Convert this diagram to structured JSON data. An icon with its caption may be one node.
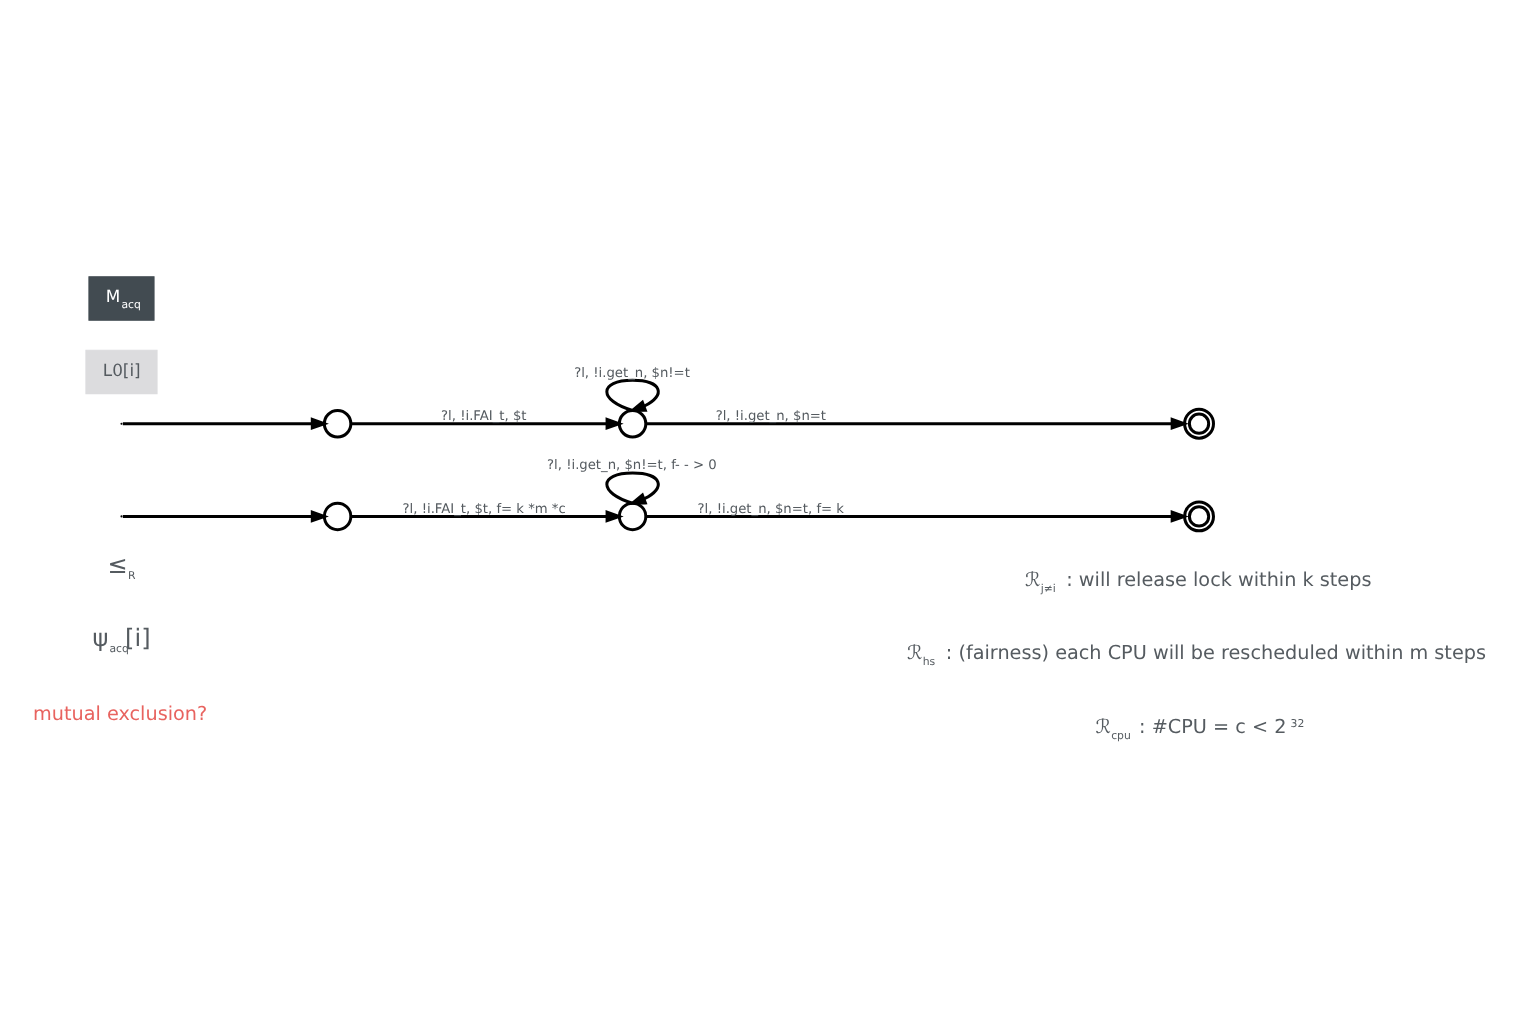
{
  "diagram": {
    "nodes": [
      {
        "text": [
          "M$_{acq}$"
        ]
      },
      {
        "text": [
          "L0[i]"
        ]
      },
      {
        "text": [],
        "shape": "circle"
      },
      {
        "text": [],
        "shape": "circle"
      },
      {
        "text": [],
        "shape": "doublecircle"
      },
      {
        "text": [],
        "shape": "circle"
      },
      {
        "text": [],
        "shape": "circle"
      },
      {
        "text": [],
        "shape": "doublecircle"
      }
    ],
    "edges": [
      {
        "from": null,
        "to": 2,
        "arrow": "to"
      },
      {
        "from": 2,
        "to": 3,
        "arrow": "to",
        "label": "?l, !i.FAI_t, $t"
      },
      {
        "from": 3,
        "to": 3,
        "arrow": "to",
        "label": "?l, !i.get_n, $n!=t"
      },
      {
        "from": 3,
        "to": 4,
        "arrow": "to",
        "label": "?l, !i.get_n, $n=t"
      },
      {
        "from": null,
        "to": 5,
        "arrow": "to"
      },
      {
        "from": 5,
        "to": 6,
        "arrow": "to",
        "label": "?l, !i.FAI_t, $t, f= k *m *c"
      },
      {
        "from": 6,
        "to": 6,
        "arrow": "to",
        "label": "?l, !i.get_n, $n!=t, f- - > 0"
      },
      {
        "from": 6,
        "to": 7,
        "arrow": "to",
        "label": "?l, !i.get_n, $n=t, f= k"
      }
    ],
    "labels": [
      "≤$_{R}$",
      "ψ$_{acq}$[i]",
      "ℛ$_{j≠i}$ : will release lock within k steps",
      "ℛ$_{hs}$ : (fairness) each CPU will be rescheduled within m steps",
      "ℛ$_{cpu}$ : #CPU = c < 2$^{32}$",
      "mutual exclusion?"
    ]
  }
}
